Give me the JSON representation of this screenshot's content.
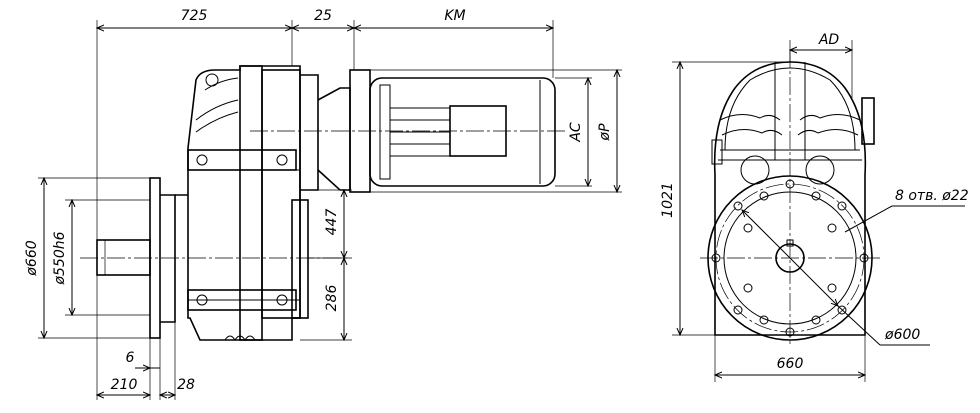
{
  "drawing": {
    "dimensions": {
      "d725": "725",
      "d25": "25",
      "km": "KM",
      "ac": "AC",
      "phiP": "øP",
      "d447": "447",
      "d286": "286",
      "phi660": "ø660",
      "phi550": "ø550h6",
      "d6": "6",
      "d210": "210",
      "d28": "28",
      "ad": "AD",
      "d1021": "1021",
      "holes": "8 отв. ø22",
      "phi600": "ø600",
      "d660": "660"
    }
  }
}
